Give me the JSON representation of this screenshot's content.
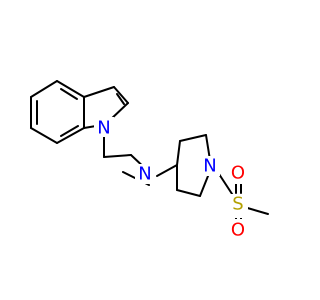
{
  "molecule": {
    "atom_labels": {
      "indole_n": "N",
      "amine_n": "N",
      "piperidine_n": "N",
      "sulfur": "S",
      "oxygen_top": "O",
      "oxygen_bottom": "O"
    }
  },
  "colors": {
    "carbon_bond": "#000000",
    "nitrogen": "#0000ff",
    "sulfur": "#b3a000",
    "oxygen": "#ff0000",
    "background": "#ffffff"
  }
}
